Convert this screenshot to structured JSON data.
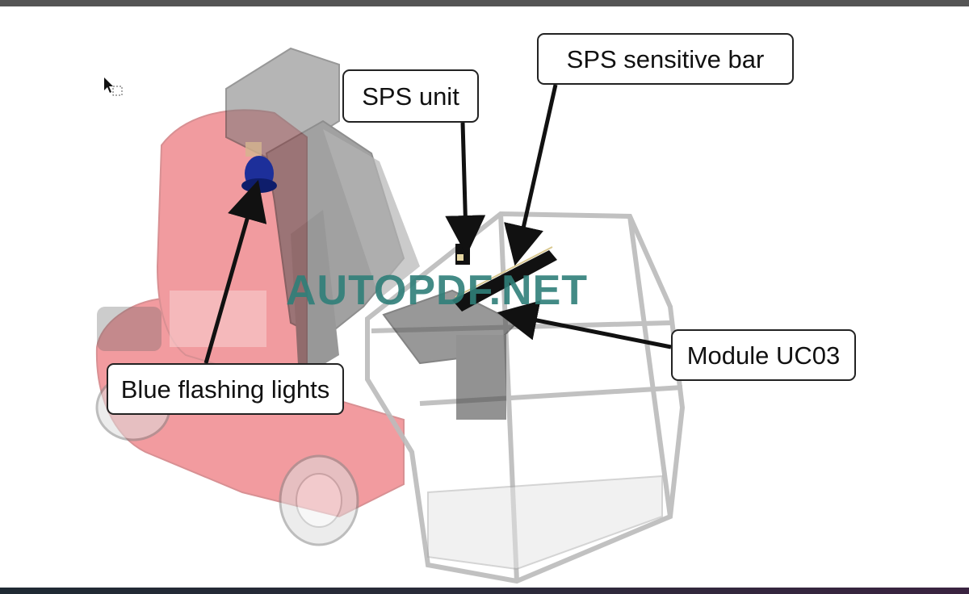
{
  "labels": {
    "sps_unit": "SPS unit",
    "sps_sensitive_bar": "SPS sensitive bar",
    "module_uc03": "Module UC03",
    "blue_flashing_lights": "Blue flashing lights"
  },
  "watermark": "AUTOPDF.NET",
  "colors": {
    "machine_body": "#e84b52",
    "beacon": "#1d2f9a",
    "watermark": "#2f7f79",
    "arrow": "#111111"
  }
}
